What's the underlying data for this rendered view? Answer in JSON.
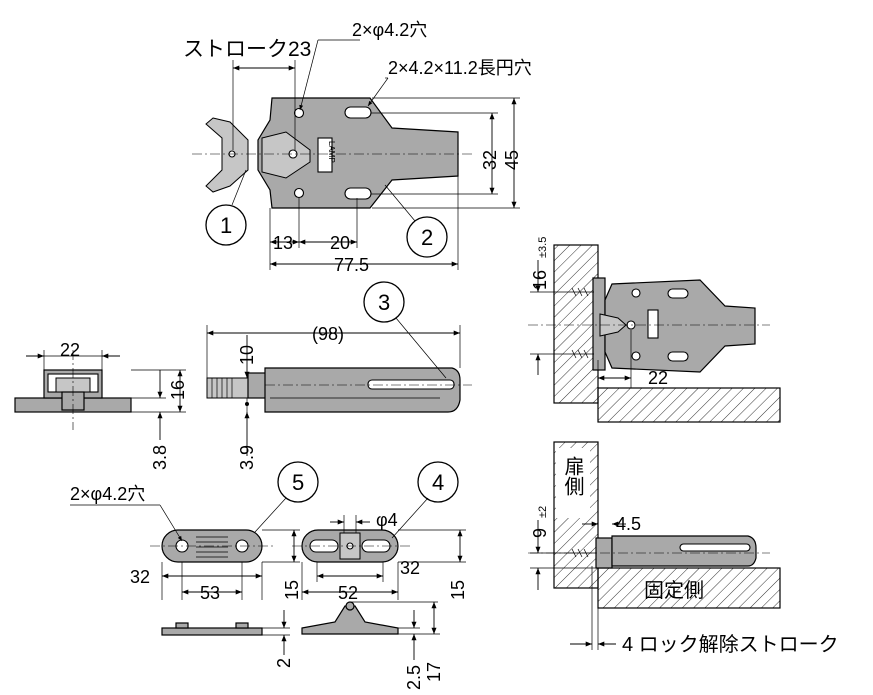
{
  "labels": {
    "stroke_label": "ストローク23",
    "hole_round_top": "2×φ4.2穴",
    "hole_slot_top": "2×4.2×11.2長円穴",
    "hole_round_bottom": "2×φ4.2穴",
    "door_side": "扉側",
    "fixed_side": "固定側",
    "lock_release": "4 ロック解除ストローク",
    "logo_text": "LAMP"
  },
  "callouts": [
    "1",
    "2",
    "3",
    "4",
    "5"
  ],
  "dimensions": {
    "d32_top": "32",
    "d45": "45",
    "d13": "13",
    "d20": "20",
    "d77_5": "77.5",
    "d98": "(98)",
    "d10": "10",
    "d22_left": "22",
    "d16_left": "16",
    "d3_8": "3.8",
    "d3_9": "3.9",
    "d16_right": "16",
    "d16_tol": "±3.5",
    "d22_right": "22",
    "d32_p5": "32",
    "d53": "53",
    "d15_p5": "15",
    "d2": "2",
    "phi4": "φ4",
    "d32_p4": "32",
    "d52": "52",
    "d15_p4": "15",
    "d2_5": "2.5",
    "d17": "17",
    "d9": "9",
    "d9_tol": "±2",
    "d4_5": "4.5"
  }
}
